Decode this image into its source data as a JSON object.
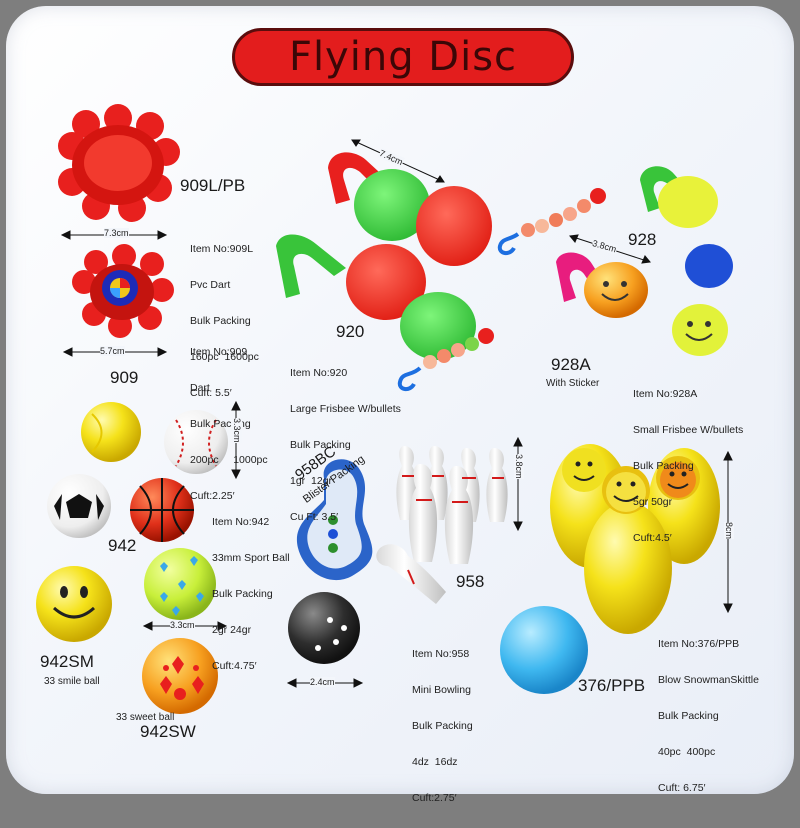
{
  "title": "Flying Disc",
  "products": {
    "p909l": {
      "code": "909L/PB",
      "lines": [
        "Item No:909L",
        "Pvc Dart",
        "Bulk Packing",
        "160pc  1600pc",
        "Cuft: 5.5′"
      ],
      "dimension": "7.3cm",
      "color": "#e8201e"
    },
    "p909": {
      "code": "909",
      "lines": [
        "Item No:909",
        "Dart",
        "Bulk Packing",
        "200pc     1000pc",
        "Cuft:2.25′"
      ],
      "dimension": "5.7cm"
    },
    "p920": {
      "code": "920",
      "lines": [
        "Item No:920",
        "Large Frisbee W/bullets",
        "Bulk Packing",
        "1gr  12gr",
        "Cu Ft: 3.5′"
      ],
      "dimension": "7.4cm",
      "colors": [
        "#e8201e",
        "#39c43a"
      ]
    },
    "p928": {
      "code": "928",
      "dimension": "3.8cm"
    },
    "p928a": {
      "code": "928A",
      "sub": "With Sticker",
      "lines": [
        "Item No:928A",
        "Small Frisbee W/bullets",
        "Bulk Packing",
        "5gr 50gr",
        "Cuft:4.5′"
      ]
    },
    "p942": {
      "code": "942",
      "lines": [
        "Item No:942",
        "33mm Sport Ball",
        "Bulk Packing",
        "2gr 24gr",
        "Cuft:4.75′"
      ],
      "dimension": "3.3cm"
    },
    "p942sm": {
      "code": "942SM",
      "sub": "33 smile ball",
      "dimension": "3.3cm"
    },
    "p942sw": {
      "code": "942SW",
      "sub": "33 sweet ball"
    },
    "p958bc": {
      "code": "958BC",
      "sub": "Blister Packing"
    },
    "p958": {
      "code": "958",
      "lines": [
        "Item No:958",
        "Mini Bowling",
        "Bulk Packing",
        "4dz  16dz",
        "Cuft:2.75′"
      ],
      "dimension": "3.8cm",
      "ball_dimension": "2.4cm"
    },
    "p376": {
      "code": "376/PPB",
      "lines": [
        "Item No:376/PPB",
        "Blow SnowmanSkittle",
        "Bulk Packing",
        "40pc  400pc",
        "Cuft: 6.75′"
      ],
      "dimension": "8cm",
      "color": "#f4ec1c"
    }
  }
}
